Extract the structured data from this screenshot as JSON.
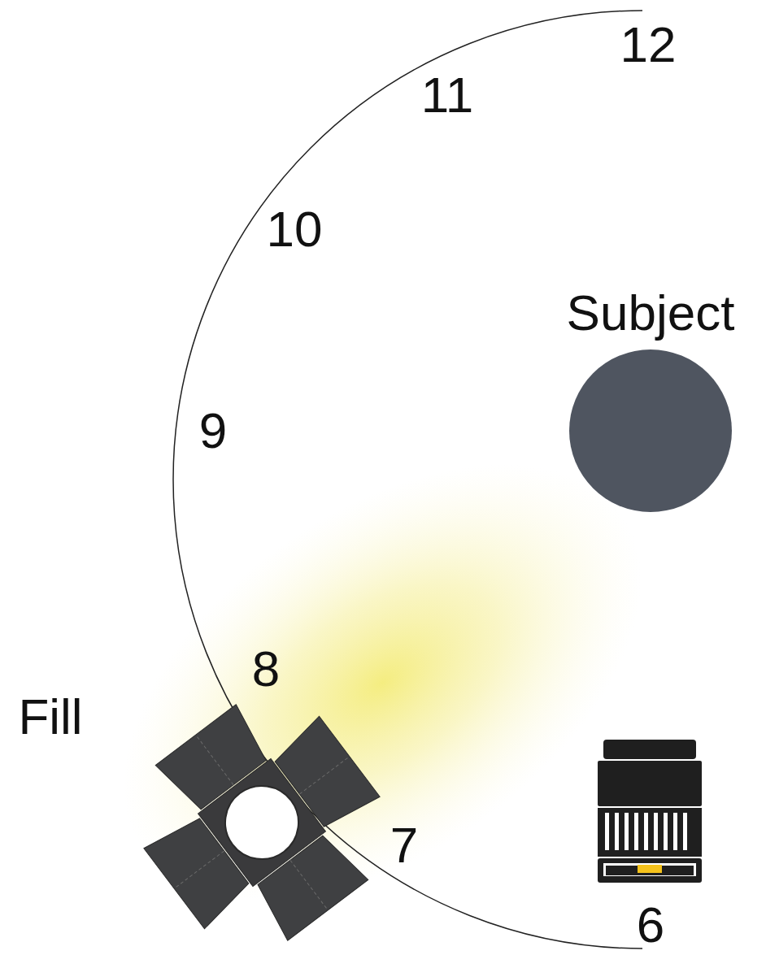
{
  "diagram": {
    "nodes": [
      {
        "text": [
          "Subject"
        ]
      }
    ],
    "labels": [
      "12",
      "11",
      "10",
      "9",
      "8",
      "7",
      "6",
      "Fill"
    ]
  }
}
